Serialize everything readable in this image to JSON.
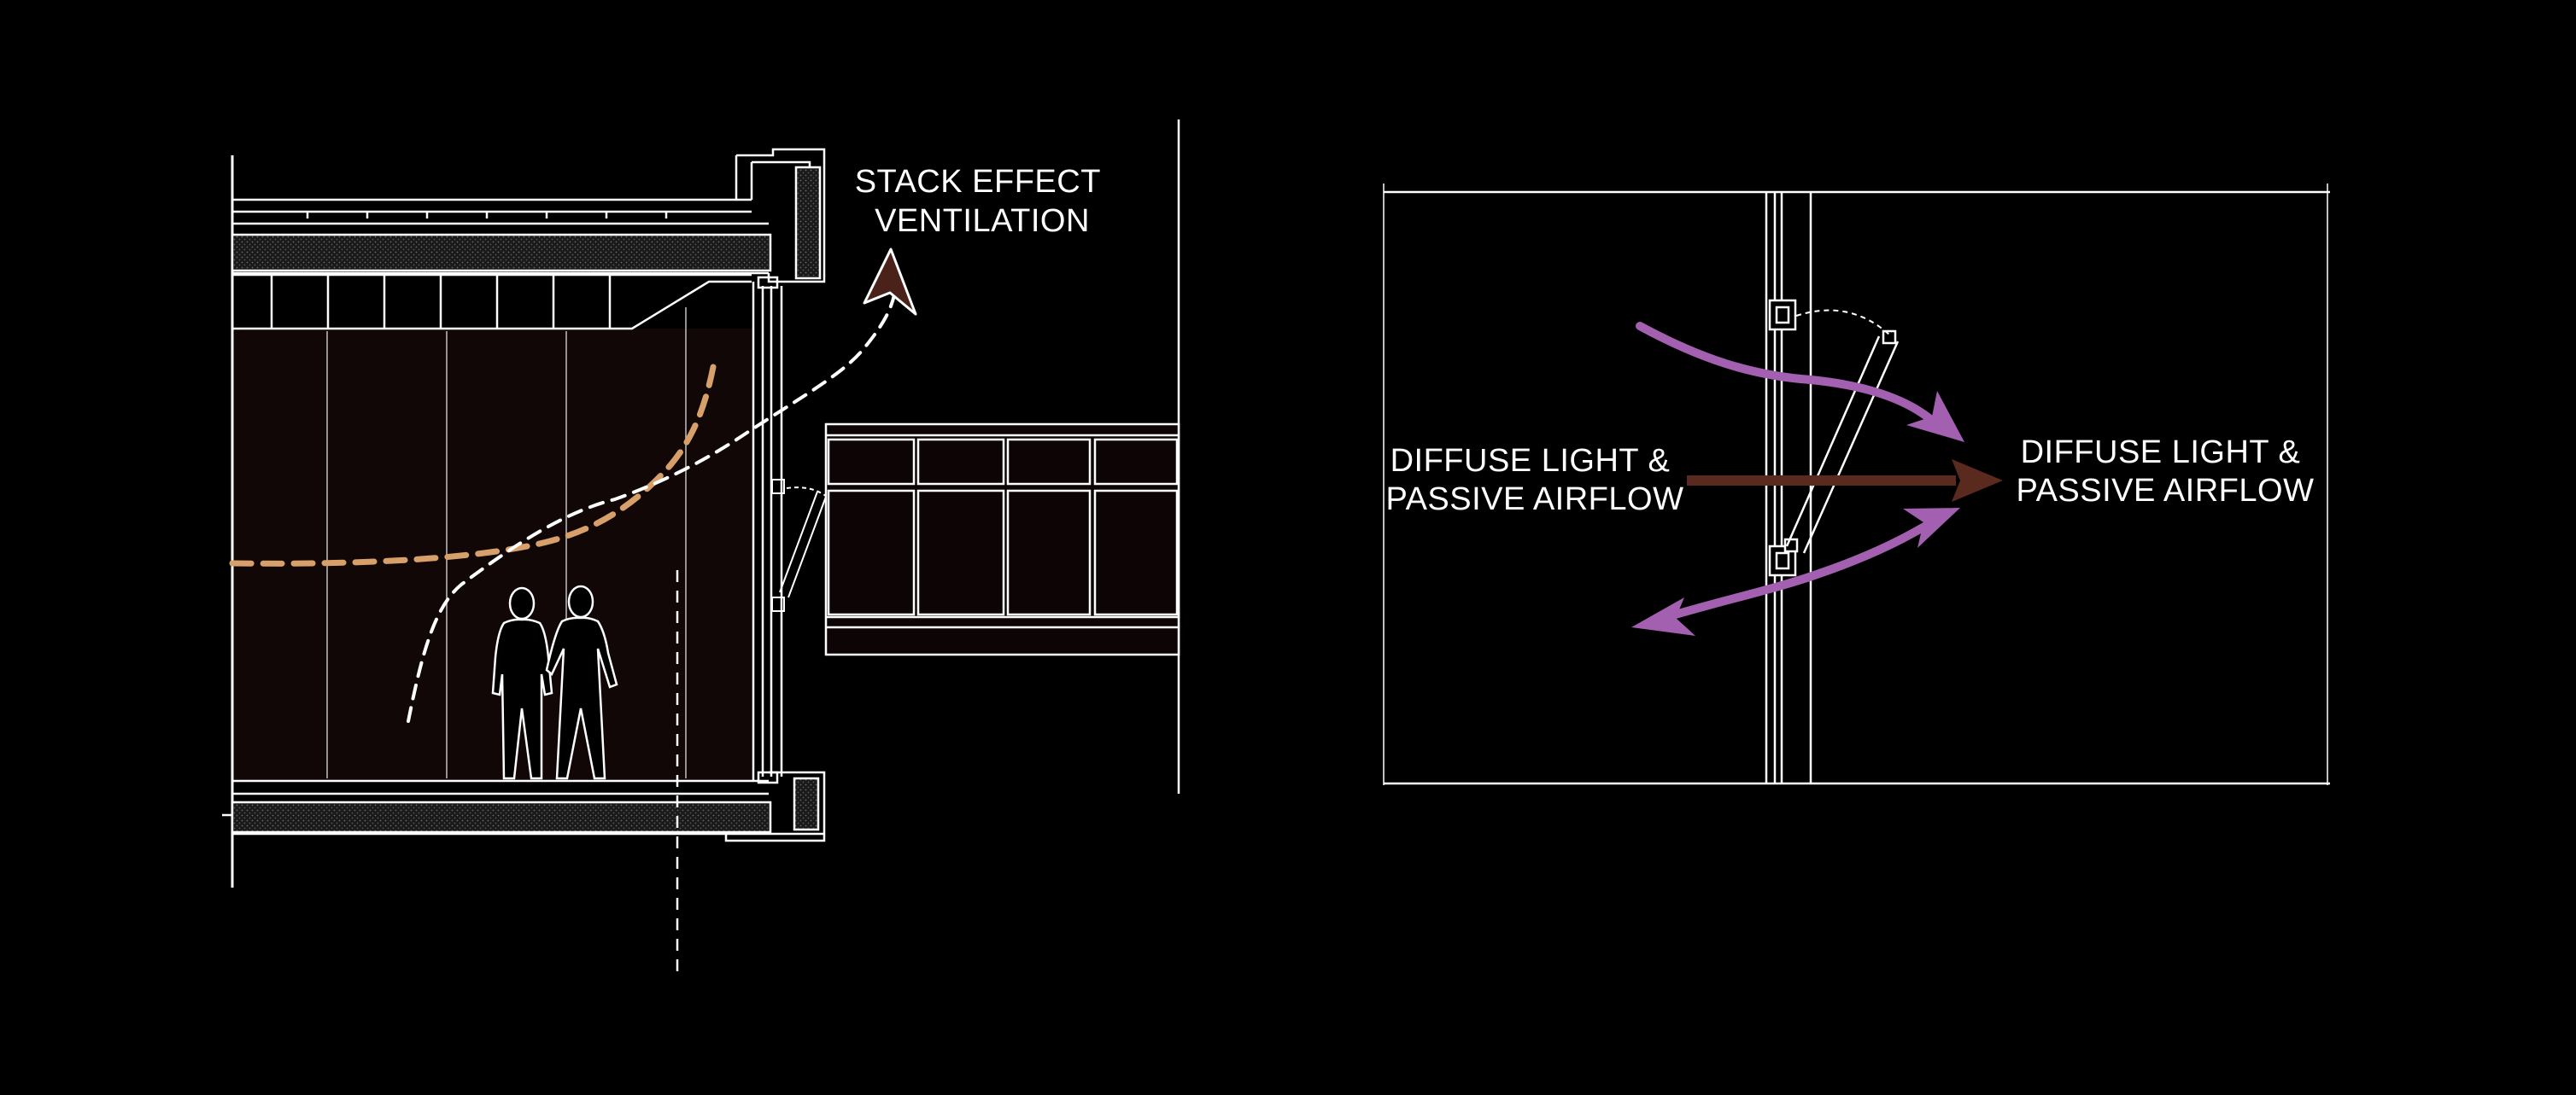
{
  "section_diagram": {
    "label_line1": "STACK EFFECT",
    "label_line2": "VENTILATION"
  },
  "plan_diagram": {
    "left_label_line1": "DIFFUSE LIGHT &",
    "left_label_line2": "PASSIVE AIRFLOW",
    "right_label_line1": "DIFFUSE LIGHT &",
    "right_label_line2": "PASSIVE AIRFLOW"
  },
  "colors": {
    "background": "#000000",
    "line": "#ffffff",
    "interior_fill": "#120707",
    "stack_arrow": "#4a221a",
    "daylight_curve": "#d7a06a",
    "purple_airflow": "#a35fb0",
    "brown_airflow": "#5a2a1f"
  }
}
